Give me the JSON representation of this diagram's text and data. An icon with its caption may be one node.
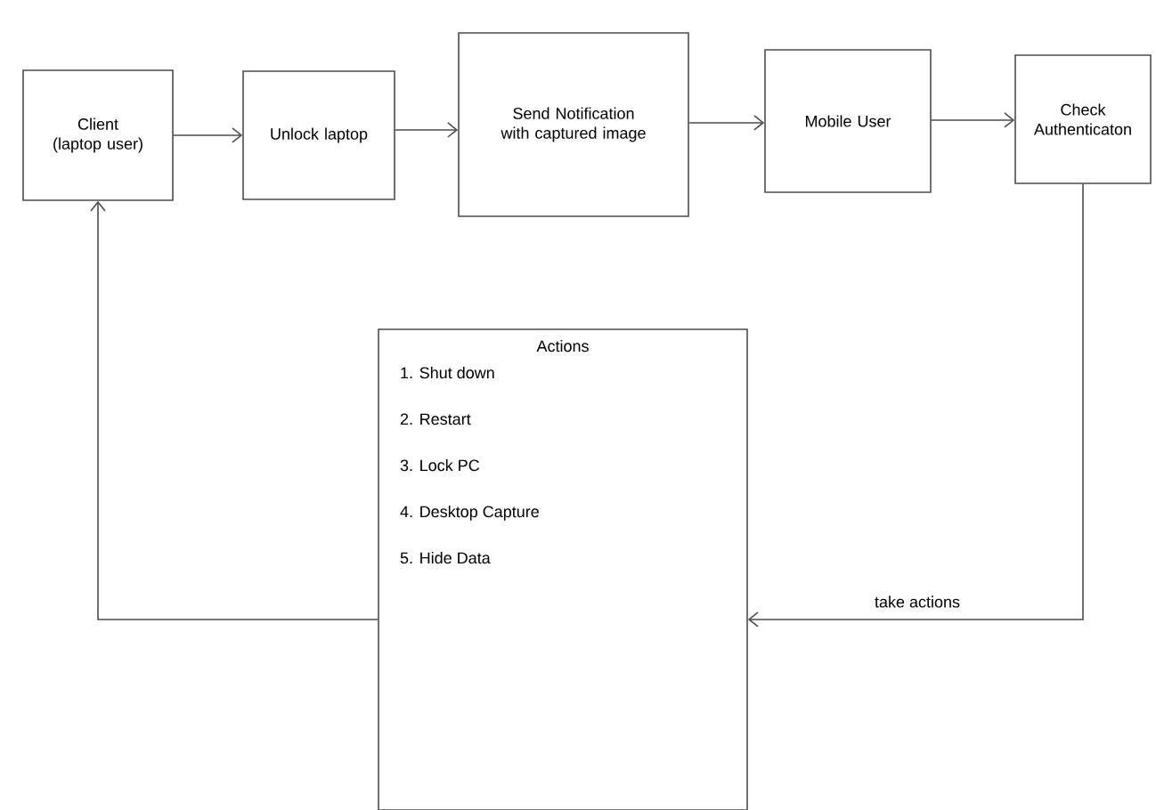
{
  "diagram": {
    "nodes": [
      {
        "text": [
          "Client (laptop user)"
        ]
      },
      {
        "text": [
          "Unlock laptop"
        ]
      },
      {
        "text": [
          "Send Notification with captured image"
        ]
      },
      {
        "text": [
          "Mobile User"
        ]
      },
      {
        "text": [
          "Check Authenticaton"
        ]
      },
      {
        "text": [
          "Actions",
          "1. Shut down",
          "2. Restart",
          "3. Lock PC",
          "4. Desktop Capture",
          "5. Hide Data"
        ]
      }
    ],
    "edges": [
      {
        "from": 0,
        "to": 1,
        "arrow": "to"
      },
      {
        "from": 1,
        "to": 2,
        "arrow": "to"
      },
      {
        "from": 2,
        "to": 3,
        "arrow": "to"
      },
      {
        "from": 3,
        "to": 4,
        "arrow": "to"
      },
      {
        "from": 4,
        "to": 5,
        "arrow": "to",
        "label": "take actions"
      },
      {
        "from": 5,
        "to": 0,
        "arrow": "to"
      }
    ]
  }
}
